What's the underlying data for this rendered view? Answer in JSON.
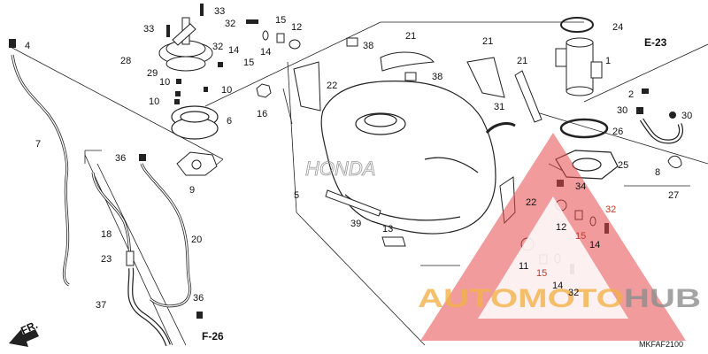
{
  "diagram": {
    "code": "MKFAF2100",
    "brand_mark": "HONDA",
    "watermark": {
      "part1": "AUTO",
      "part2": "MOTO",
      "part3": "HUB",
      "triangle_color": "#e5484d"
    },
    "references": {
      "e23": "E-23",
      "f26": "F-26",
      "fr": "FR."
    },
    "callouts": {
      "c1": "1",
      "c2": "2",
      "c4": "4",
      "c5": "5",
      "c6": "6",
      "c7": "7",
      "c8": "8",
      "c9": "9",
      "c10a": "10",
      "c10b": "10",
      "c10c": "10",
      "c11": "11",
      "c12a": "12",
      "c12b": "12",
      "c13": "13",
      "c14a": "14",
      "c14b": "14",
      "c14c": "14",
      "c15a": "15",
      "c15b": "15",
      "c15c": "15",
      "c15d": "15",
      "c16": "16",
      "c18": "18",
      "c20": "20",
      "c21a": "21",
      "c21b": "21",
      "c21c": "21",
      "c22a": "22",
      "c22b": "22",
      "c23": "23",
      "c24": "24",
      "c25": "25",
      "c26": "26",
      "c27": "27",
      "c28": "28",
      "c29": "29",
      "c30a": "30",
      "c30b": "30",
      "c31": "31",
      "c32a": "32",
      "c32b": "32",
      "c32c": "32",
      "c32d": "32",
      "c33a": "33",
      "c33b": "33",
      "c34": "34",
      "c36a": "36",
      "c36b": "36",
      "c37": "37",
      "c38a": "38",
      "c38b": "38",
      "c39": "39"
    }
  }
}
